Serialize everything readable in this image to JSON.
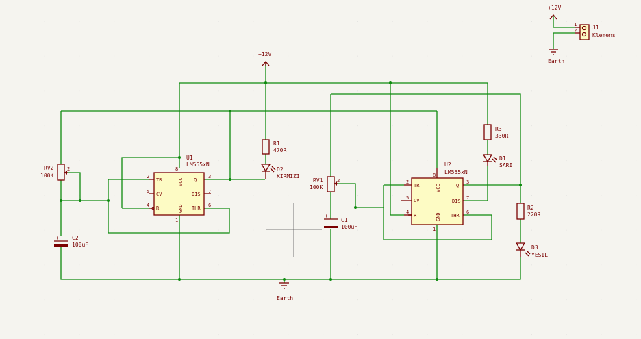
{
  "power": {
    "plus12v_a": "+12V",
    "plus12v_b": "+12V",
    "earth_main": "Earth",
    "earth_conn": "Earth"
  },
  "components": {
    "u1": {
      "ref": "U1",
      "value": "LM555xN",
      "pins": {
        "tr": "TR",
        "cv": "CV",
        "r": "R",
        "vcc": "VCC",
        "gnd": "GND",
        "q": "Q",
        "dis": "DIS",
        "thr": "THR"
      },
      "nums": {
        "tr": "2",
        "cv": "5",
        "r": "4",
        "vcc": "8",
        "gnd": "1",
        "q": "3",
        "dis": "7",
        "thr": "6"
      }
    },
    "u2": {
      "ref": "U2",
      "value": "LM555xN",
      "pins": {
        "tr": "TR",
        "cv": "CV",
        "r": "R",
        "vcc": "VCC",
        "gnd": "GND",
        "q": "Q",
        "dis": "DIS",
        "thr": "THR"
      },
      "nums": {
        "tr": "2",
        "cv": "5",
        "r": "4",
        "vcc": "8",
        "gnd": "1",
        "q": "3",
        "dis": "7",
        "thr": "6"
      }
    },
    "r1": {
      "ref": "R1",
      "value": "470R"
    },
    "r2": {
      "ref": "R2",
      "value": "220R"
    },
    "r3": {
      "ref": "R3",
      "value": "330R"
    },
    "d1": {
      "ref": "D1",
      "value": "SARI"
    },
    "d2": {
      "ref": "D2",
      "value": "KIRMIZI"
    },
    "d3": {
      "ref": "D3",
      "value": "YESIL"
    },
    "c1": {
      "ref": "C1",
      "value": "100uF"
    },
    "c2": {
      "ref": "C2",
      "value": "100uF"
    },
    "rv1": {
      "ref": "RV1",
      "value": "100K",
      "pin": "2"
    },
    "rv2": {
      "ref": "RV2",
      "value": "100K",
      "pin": "2"
    },
    "j1": {
      "ref": "J1",
      "value": "Klemens",
      "pin1": "1",
      "pin2": "2"
    }
  },
  "colors": {
    "wire": "#0d8a0d",
    "component": "#7a0000",
    "ic_fill": "#fdfbc4",
    "background": "#f5f4ef"
  }
}
